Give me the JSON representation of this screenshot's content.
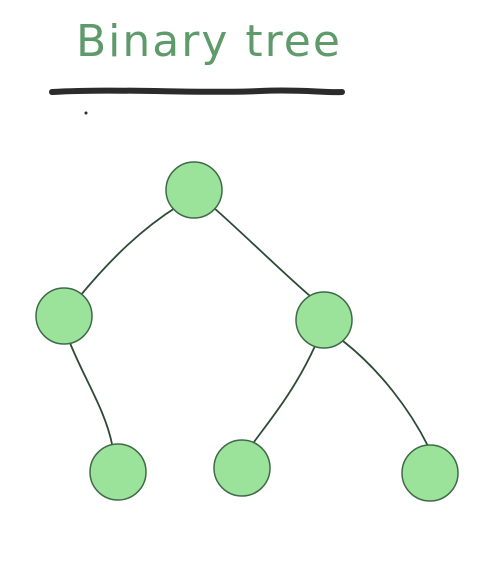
{
  "title": {
    "text": "Binary tree",
    "color": "#5f9a6a"
  },
  "colors": {
    "underline": "#2b2b2b",
    "edge": "#2e4a34",
    "node_fill": "#9be39b",
    "node_stroke": "#3f6a48",
    "background": "#ffffff"
  },
  "tree": {
    "nodes": [
      {
        "id": "root",
        "parent": null
      },
      {
        "id": "left",
        "parent": "root"
      },
      {
        "id": "right",
        "parent": "root"
      },
      {
        "id": "left-left",
        "parent": "left"
      },
      {
        "id": "right-left",
        "parent": "right"
      },
      {
        "id": "right-right",
        "parent": "right"
      }
    ]
  }
}
